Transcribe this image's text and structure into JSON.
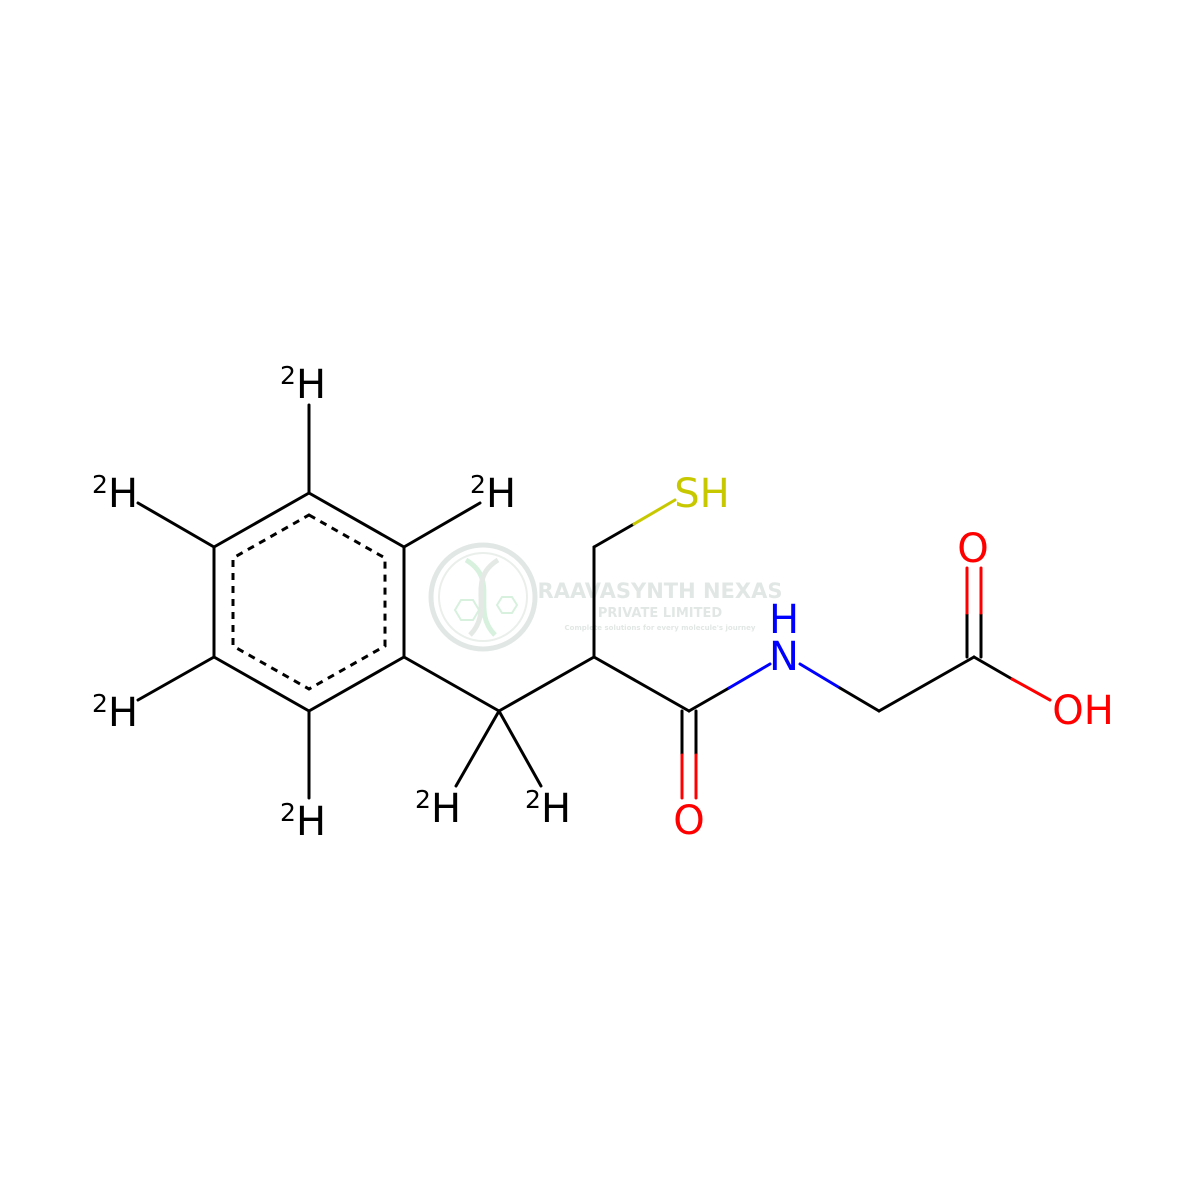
{
  "molecule": {
    "atoms": {
      "sh": "SH",
      "nh_n": "N",
      "nh_h": "H",
      "o_carbonyl_amide": "O",
      "o_carbonyl_acid": "O",
      "oh": "OH",
      "d_isotope": "2",
      "d_symbol": "H"
    }
  },
  "watermark": {
    "line1": "RAAVASYNTH NEXAS",
    "line2": "PRIVATE LIMITED",
    "line3": "Complete solutions for every molecule's journey"
  },
  "colors": {
    "bond": "#000000",
    "sulfur": "#c8c800",
    "nitrogen": "#0000ff",
    "oxygen": "#ff0000",
    "watermark": "#c9d4ce"
  }
}
